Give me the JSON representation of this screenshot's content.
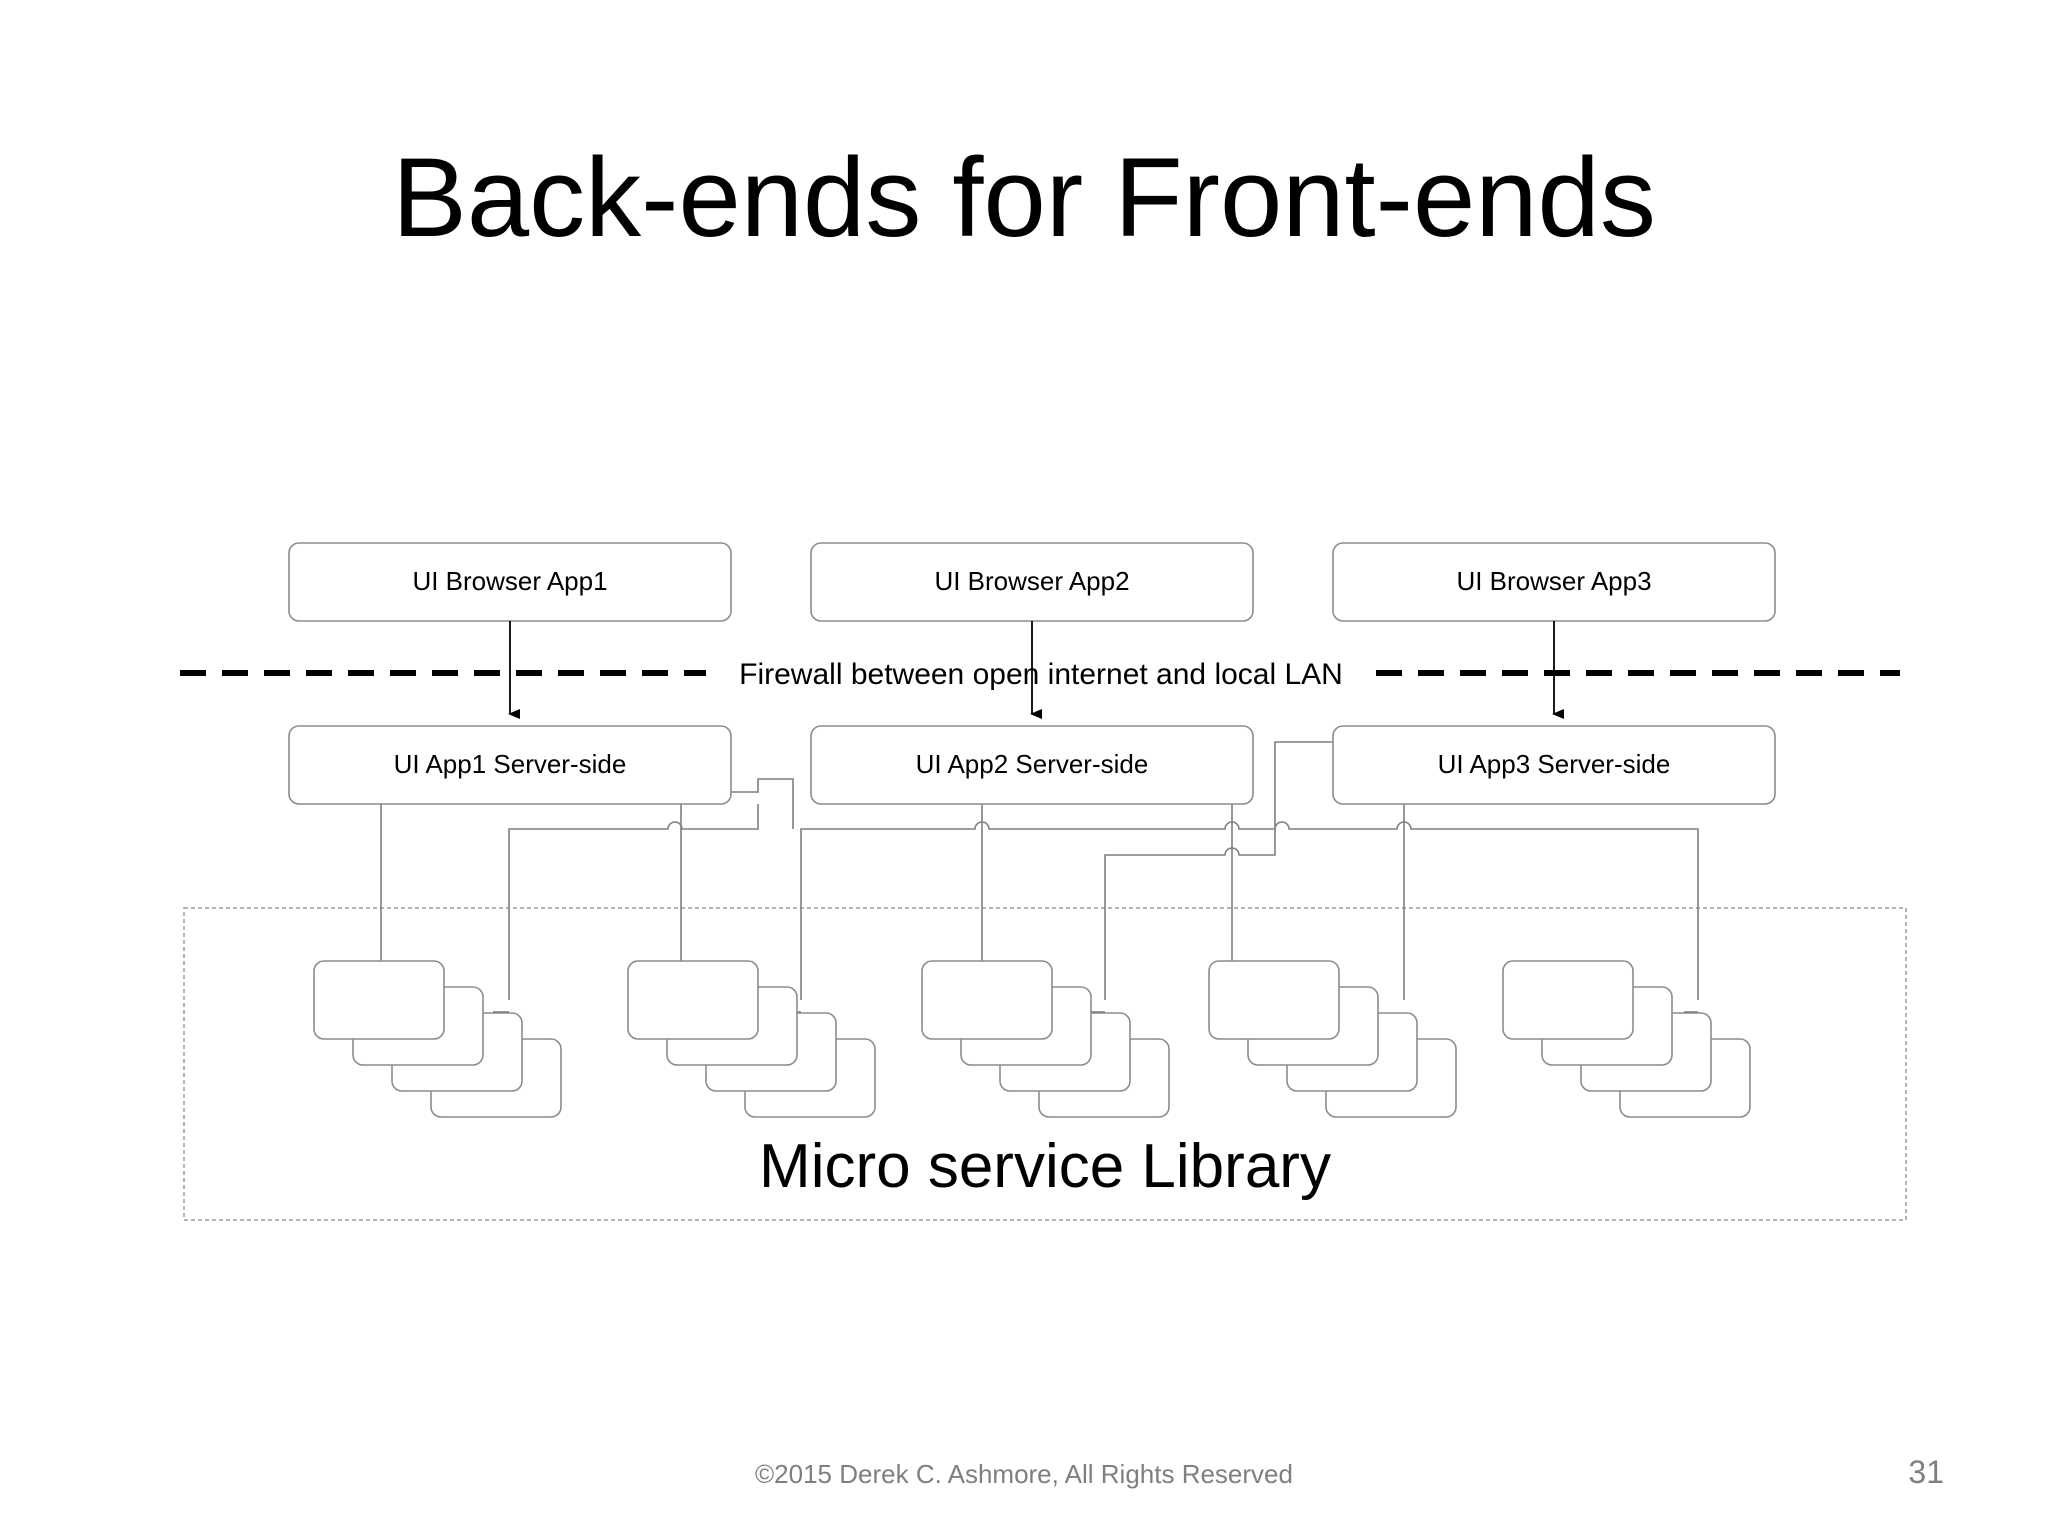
{
  "slide": {
    "title": "Back-ends for Front-ends",
    "footer": "©2015 Derek C. Ashmore, All Rights Reserved",
    "page_number": "31"
  },
  "diagram": {
    "browser_apps": [
      {
        "label": "UI Browser App1"
      },
      {
        "label": "UI Browser App2"
      },
      {
        "label": "UI Browser App3"
      }
    ],
    "server_apps": [
      {
        "label": "UI App1 Server-side"
      },
      {
        "label": "UI App2 Server-side"
      },
      {
        "label": "UI App3 Server-side"
      }
    ],
    "firewall_label": "Firewall between open internet and local LAN",
    "library_label": "Micro service Library",
    "microservice_stacks": 5,
    "cards_per_stack": 4,
    "colors": {
      "line": "#7f7f7f",
      "box_border": "#8c8c8c",
      "firewall": "#000000",
      "footer_text": "#7f7f7f"
    }
  }
}
